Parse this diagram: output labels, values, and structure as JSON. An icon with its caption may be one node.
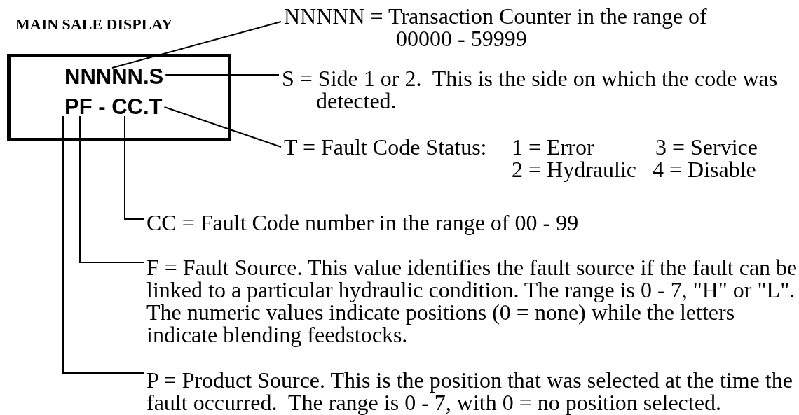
{
  "diagram": {
    "nodes": [
      {
        "text": [
          "MAIN SALE DISPLAY"
        ]
      },
      {
        "text": [
          "NNNNN.S"
        ],
        "in": 0
      },
      {
        "text": [
          "PF - CC.T"
        ],
        "in": 0
      },
      {
        "text": [
          "NNNNN = Transaction Counter in the range of 00000 - 59999"
        ]
      },
      {
        "text": [
          "S = Side 1 or 2.  This is the side on which the code was detected."
        ]
      },
      {
        "text": [
          "T = Fault Code Status:",
          "1 = Error",
          "3 = Service",
          "2 = Hydraulic",
          "4 = Disable"
        ]
      },
      {
        "text": [
          "CC = Fault Code number in the range of 00 - 99"
        ]
      },
      {
        "text": [
          "F = Fault Source. This value identifies the fault source if the fault can be linked to a particular hydraulic condition. The range is 0 - 7, \"H\" or \"L\". The numeric values indicate positions (0 = none) while the letters indicate blending feedstocks."
        ]
      },
      {
        "text": [
          "P = Product Source. This is the position that was selected at the time the fault occurred.  The range is 0 - 7, with 0 = no position selected."
        ]
      }
    ],
    "edges": [
      {
        "from": 3,
        "to": 1,
        "arrow": "none"
      },
      {
        "from": 4,
        "to": 1,
        "arrow": "none"
      },
      {
        "from": 5,
        "to": 2,
        "arrow": "none"
      },
      {
        "from": 6,
        "to": 2,
        "arrow": "none"
      },
      {
        "from": 7,
        "to": 2,
        "arrow": "none"
      },
      {
        "from": 8,
        "to": 2,
        "arrow": "none"
      }
    ]
  }
}
